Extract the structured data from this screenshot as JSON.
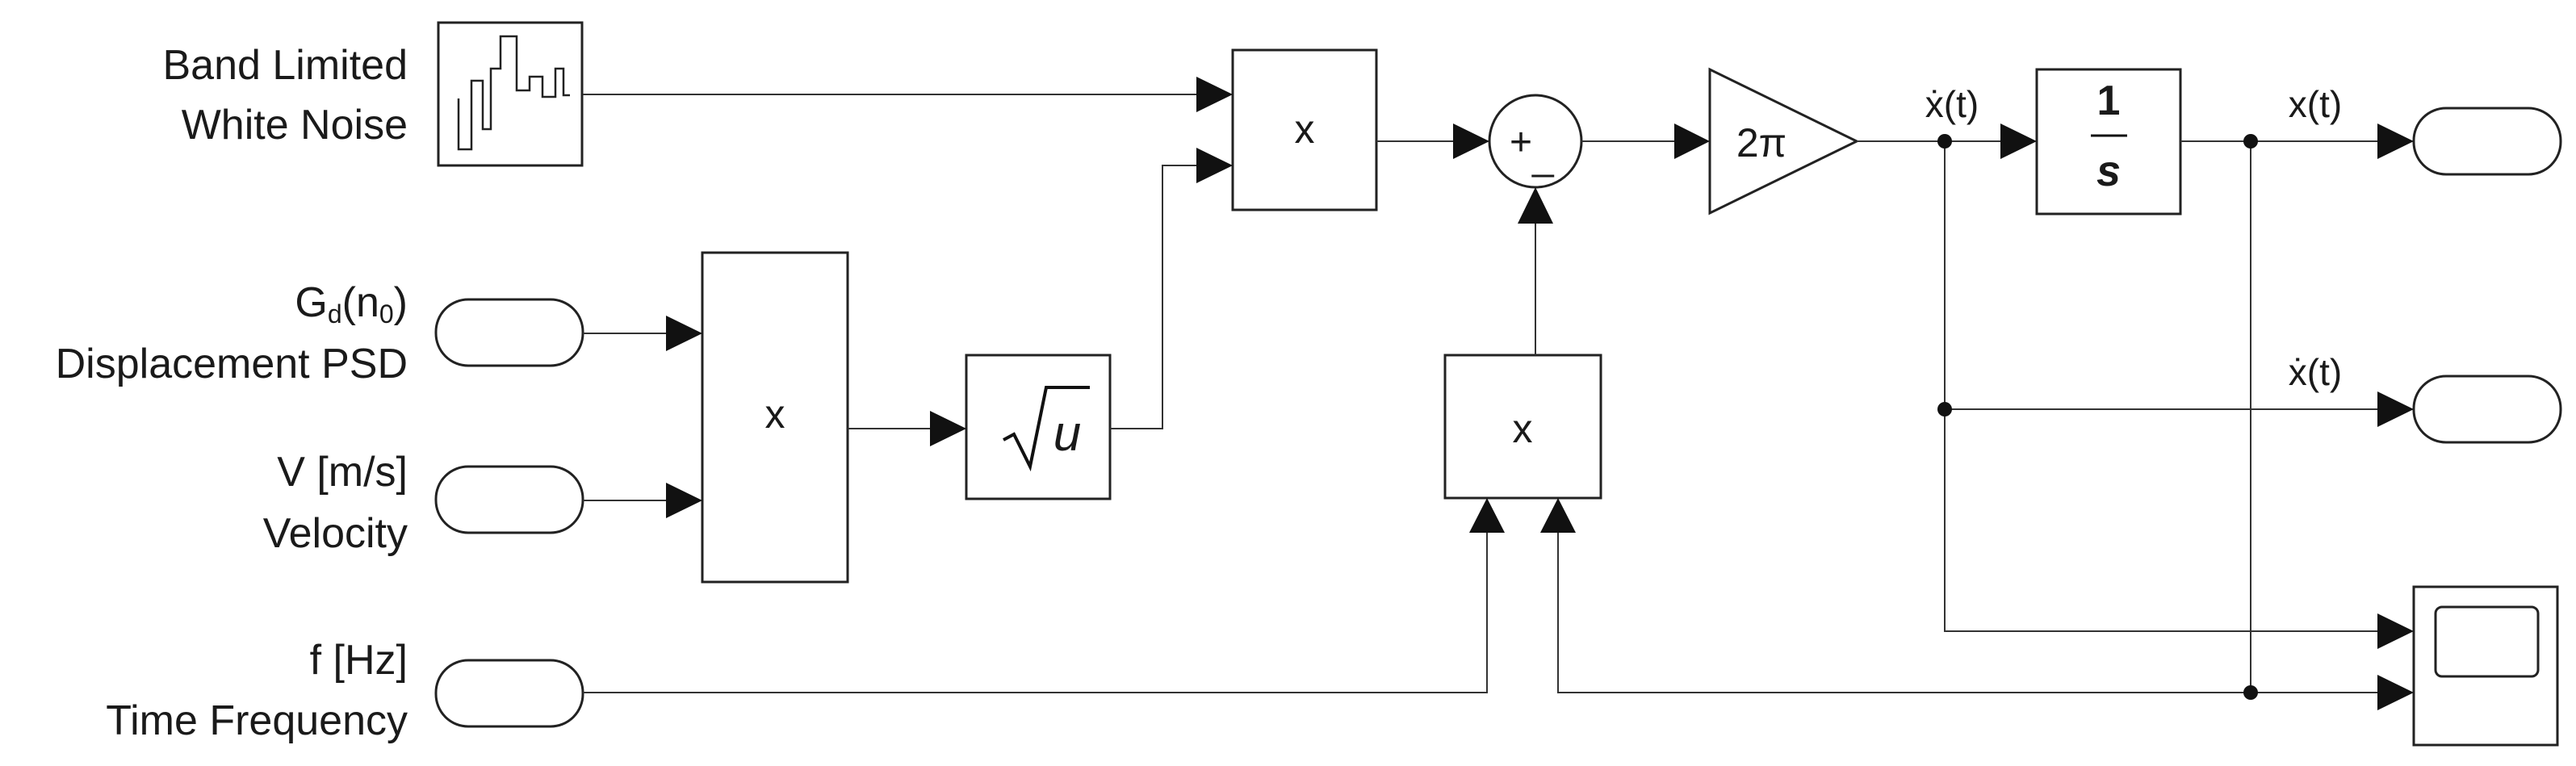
{
  "inputs": {
    "noise": {
      "line1": "Band Limited",
      "line2": "White Noise"
    },
    "psd": {
      "line1": "G",
      "sub1": "d",
      "line1b": "(n",
      "sub2": "0",
      "line1c": ")",
      "line2": "Displacement PSD"
    },
    "velocity": {
      "line1": "V [m/s]",
      "line2": "Velocity"
    },
    "frequency": {
      "line1": "f [Hz]",
      "line2": "Time Frequency"
    }
  },
  "blocks": {
    "product_top": "x",
    "product_left": "x",
    "product_bottom": "x",
    "sqrt_var": "u",
    "sum_plus": "+",
    "sum_minus": "_",
    "gain": "2π",
    "integrator_num": "1",
    "integrator_den": "s"
  },
  "signals": {
    "xdot_top": "ẋ(t)",
    "x_out": "x(t)",
    "xdot_out": "ẋ(t)"
  }
}
